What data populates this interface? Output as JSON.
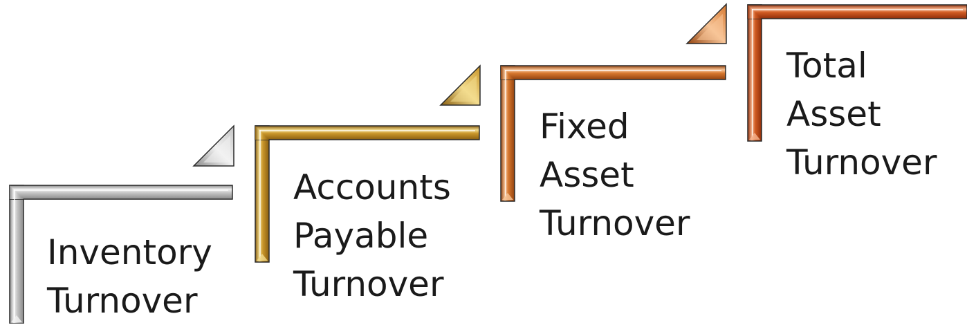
{
  "steps": [
    {
      "id": "inventory-turnover",
      "lines": [
        "Inventory",
        "Turnover"
      ],
      "color_light": "#f2f2f2",
      "color_mid": "#c4c4c4",
      "color_dark": "#8a8a8a"
    },
    {
      "id": "accounts-payable-turnover",
      "lines": [
        "Accounts",
        "Payable",
        "Turnover"
      ],
      "color_light": "#f3dc8e",
      "color_mid": "#c9962a",
      "color_dark": "#8a5f10"
    },
    {
      "id": "fixed-asset-turnover",
      "lines": [
        "Fixed",
        "Asset",
        "Turnover"
      ],
      "color_light": "#f7c598",
      "color_mid": "#d6772e",
      "color_dark": "#93430f"
    },
    {
      "id": "total-asset-turnover",
      "lines": [
        "Total",
        "Asset",
        "Turnover"
      ],
      "color_light": "#f6b48e",
      "color_mid": "#d05a22",
      "color_dark": "#8f2e0a"
    }
  ]
}
